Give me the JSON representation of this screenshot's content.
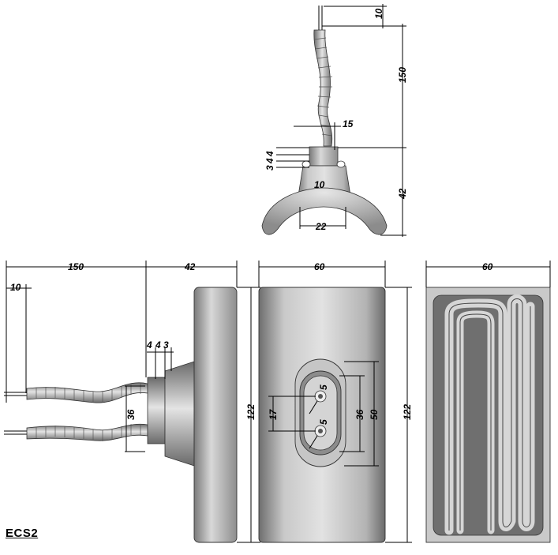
{
  "model_label": "ECS2",
  "dimensions": {
    "top_lead_stub": "10",
    "top_lead_length": "150",
    "top_offset": "15",
    "top_steps": [
      "3",
      "4",
      "4"
    ],
    "top_body_height": "42",
    "top_slot": "10",
    "top_base_width": "22",
    "side_lead_length": "150",
    "side_body_depth": "42",
    "side_lead_stub": "10",
    "side_steps": [
      "4",
      "4",
      "3"
    ],
    "side_lead_spacing": "36",
    "height_1": "122",
    "height_2": "122",
    "front_width": "60",
    "front_inner_pitch": "17",
    "front_inner_height": "36",
    "front_outer_height": "50",
    "front_screw": "5",
    "back_width": "60"
  }
}
